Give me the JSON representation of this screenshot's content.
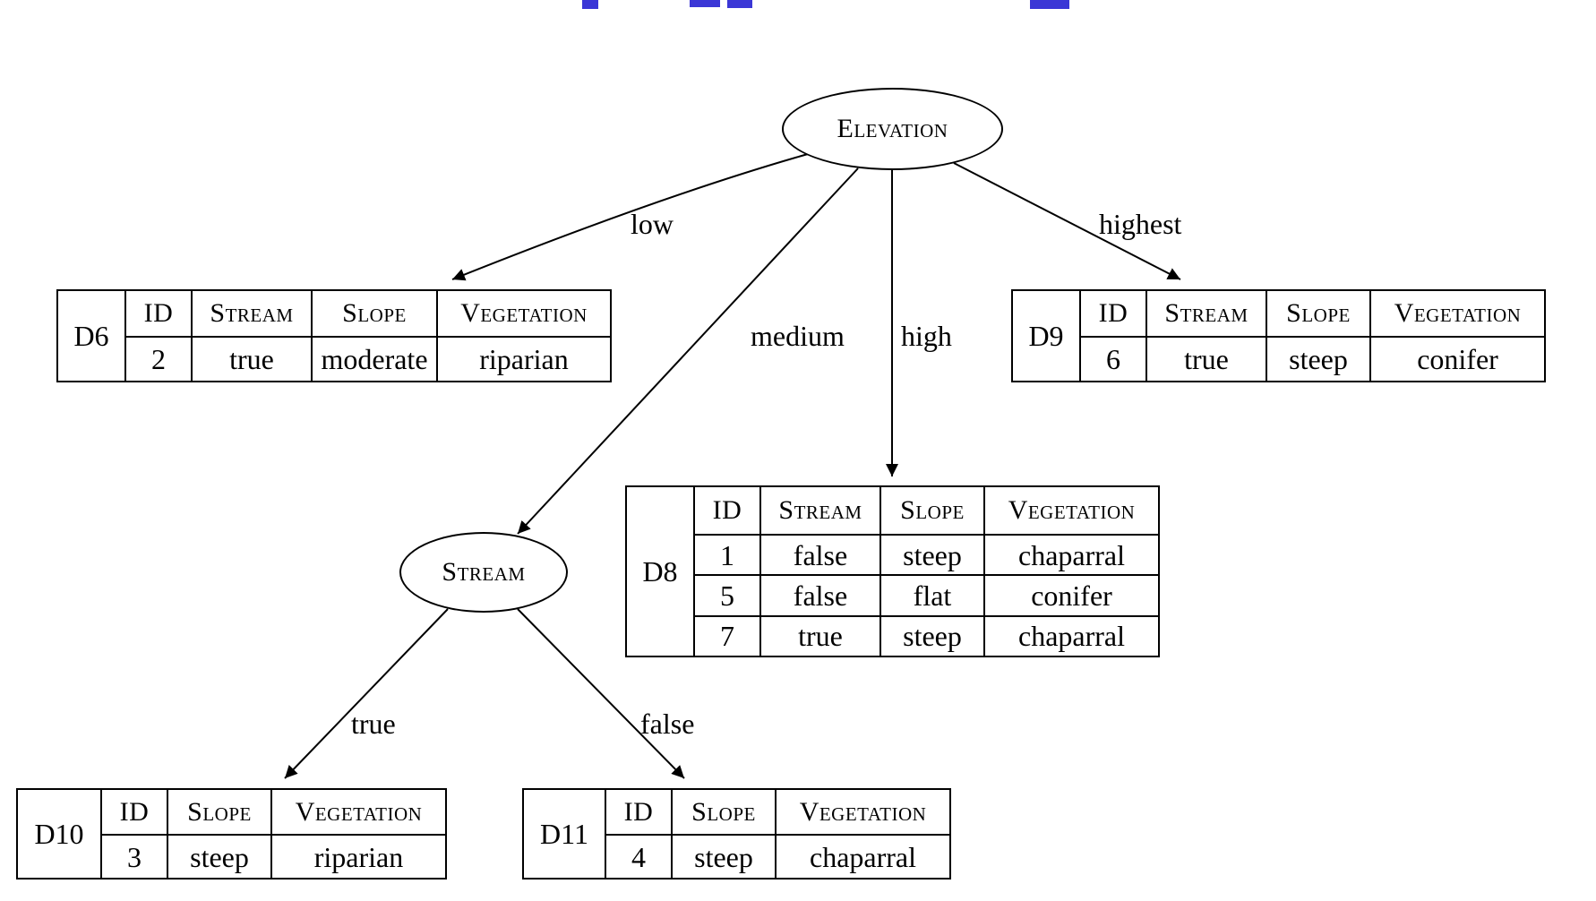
{
  "title_color": "#3b37d6",
  "line_color": "#000000",
  "root": {
    "label": "Elevation"
  },
  "stream_node": {
    "label": "Stream"
  },
  "edge_labels": {
    "low": "low",
    "medium": "medium",
    "high": "high",
    "highest": "highest",
    "true": "true",
    "false": "false"
  },
  "D6": {
    "name": "D6",
    "headers": [
      "ID",
      "Stream",
      "Slope",
      "Vegetation"
    ],
    "rows": [
      [
        "2",
        "true",
        "moderate",
        "riparian"
      ]
    ]
  },
  "D8": {
    "name": "D8",
    "headers": [
      "ID",
      "Stream",
      "Slope",
      "Vegetation"
    ],
    "rows": [
      [
        "1",
        "false",
        "steep",
        "chaparral"
      ],
      [
        "5",
        "false",
        "flat",
        "conifer"
      ],
      [
        "7",
        "true",
        "steep",
        "chaparral"
      ]
    ]
  },
  "D9": {
    "name": "D9",
    "headers": [
      "ID",
      "Stream",
      "Slope",
      "Vegetation"
    ],
    "rows": [
      [
        "6",
        "true",
        "steep",
        "conifer"
      ]
    ]
  },
  "D10": {
    "name": "D10",
    "headers": [
      "ID",
      "Slope",
      "Vegetation"
    ],
    "rows": [
      [
        "3",
        "steep",
        "riparian"
      ]
    ]
  },
  "D11": {
    "name": "D11",
    "headers": [
      "ID",
      "Slope",
      "Vegetation"
    ],
    "rows": [
      [
        "4",
        "steep",
        "chaparral"
      ]
    ]
  }
}
